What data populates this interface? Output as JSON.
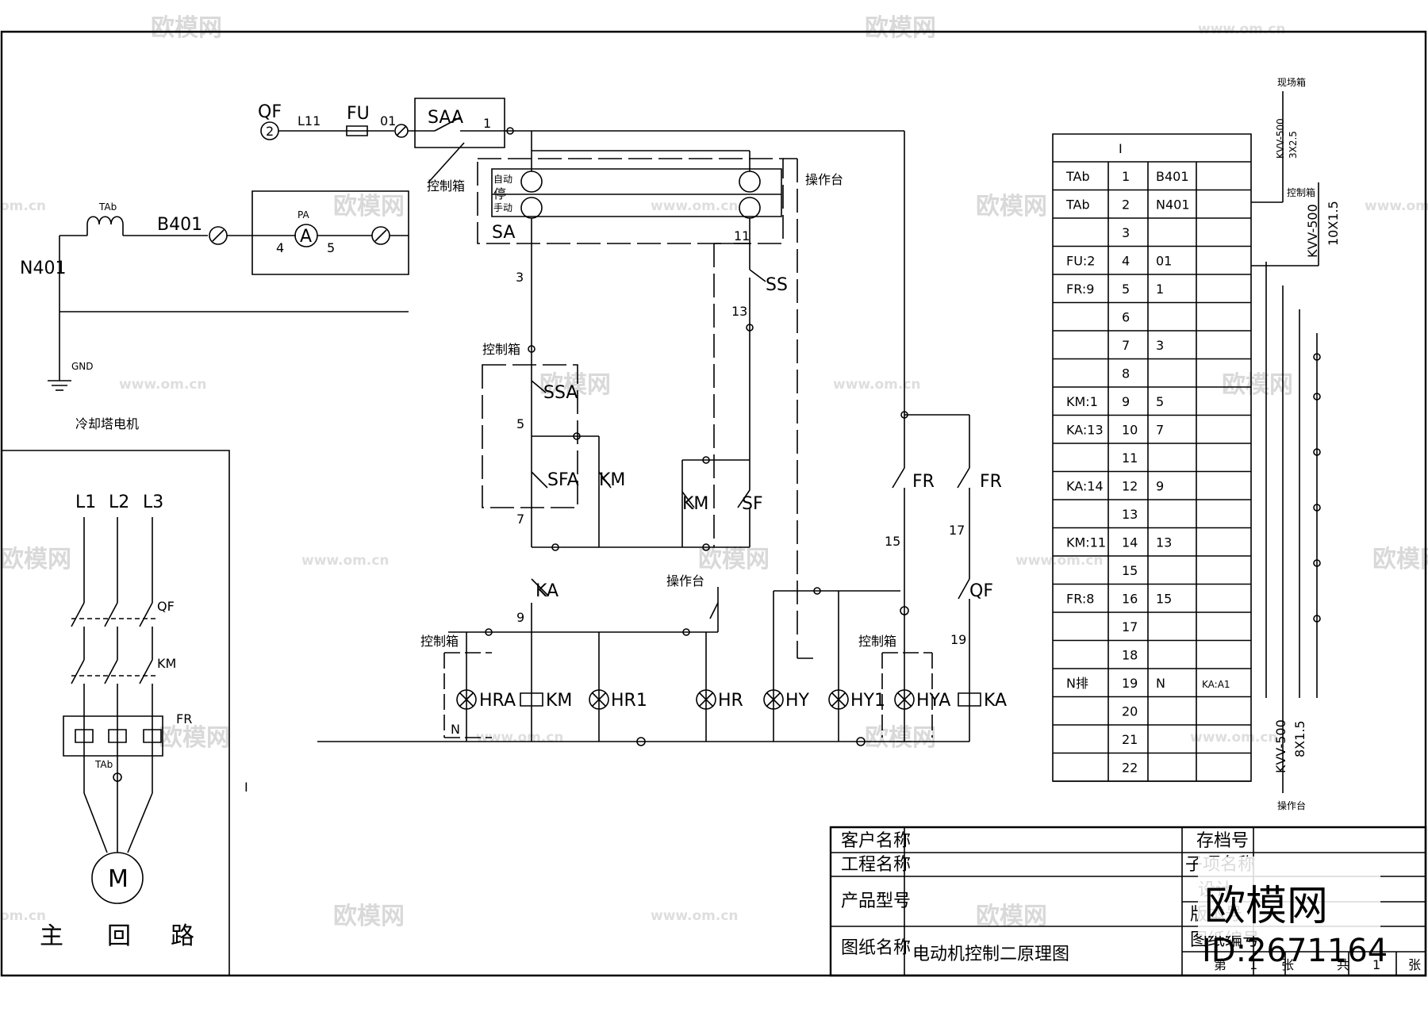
{
  "watermark": {
    "brand": "欧模网",
    "url": "www.om.cn",
    "url_short": "om.cn",
    "big_text": "欧模网",
    "id_text": "ID:2671164"
  },
  "top_left": {
    "qf": "QF",
    "qf_num": "2",
    "l11": "L11",
    "fu": "FU",
    "n01": "01",
    "saa": "SAA",
    "saa_1": "1",
    "kongzhixiang": "控制箱",
    "tab": "TAb",
    "b401": "B401",
    "pa": "PA",
    "pa_a": "A",
    "pa_4": "4",
    "pa_5": "5",
    "n401": "N401",
    "gnd": "GND"
  },
  "main_circuit": {
    "title": "冷却塔电机",
    "l1": "L1",
    "l2": "L2",
    "l3": "L3",
    "qf": "QF",
    "km": "KM",
    "fr": "FR",
    "tab": "TAb",
    "motor": "M",
    "footer": [
      "主",
      "回",
      "路"
    ]
  },
  "control_circuit": {
    "sa_auto": "自动",
    "sa_stop": "停",
    "sa_manual": "手动",
    "caozuotai": "操作台",
    "sa": "SA",
    "n11": "11",
    "ss": "SS",
    "n13": "13",
    "n3": "3",
    "kongzhixiang1": "控制箱",
    "ssa": "SSA",
    "n5": "5",
    "sfa": "SFA",
    "km1": "KM",
    "km2": "KM",
    "sf": "SF",
    "n7": "7",
    "ka": "KA",
    "n9": "9",
    "caozuotai2": "操作台",
    "kongzhixiang2": "控制箱",
    "kongzhixiang3": "控制箱",
    "fr1": "FR",
    "fr2": "FR",
    "n15": "15",
    "n17": "17",
    "qf2": "QF",
    "n19": "19",
    "hra": "HRA",
    "kmcoil": "KM",
    "hr1": "HR1",
    "hr": "HR",
    "hy": "HY",
    "hy1": "HY1",
    "hya": "HYA",
    "kacoil": "KA",
    "n": "N",
    "term": "I"
  },
  "terminal_table": {
    "header": "I",
    "rows": [
      {
        "label": "TAb",
        "num": "1",
        "dest": "B401"
      },
      {
        "label": "TAb",
        "num": "2",
        "dest": "N401"
      },
      {
        "label": "",
        "num": "3",
        "dest": ""
      },
      {
        "label": "FU:2",
        "num": "4",
        "dest": "01"
      },
      {
        "label": "FR:9",
        "num": "5",
        "dest": "1"
      },
      {
        "label": "",
        "num": "6",
        "dest": ""
      },
      {
        "label": "",
        "num": "7",
        "dest": "3"
      },
      {
        "label": "",
        "num": "8",
        "dest": ""
      },
      {
        "label": "KM:1",
        "num": "9",
        "dest": "5"
      },
      {
        "label": "KA:13",
        "num": "10",
        "dest": "7"
      },
      {
        "label": "",
        "num": "11",
        "dest": ""
      },
      {
        "label": "KA:14",
        "num": "12",
        "dest": "9"
      },
      {
        "label": "",
        "num": "13",
        "dest": ""
      },
      {
        "label": "KM:11",
        "num": "14",
        "dest": "13"
      },
      {
        "label": "",
        "num": "15",
        "dest": ""
      },
      {
        "label": "FR:8",
        "num": "16",
        "dest": "15"
      },
      {
        "label": "",
        "num": "17",
        "dest": ""
      },
      {
        "label": "",
        "num": "18",
        "dest": ""
      },
      {
        "label": "N排",
        "num": "19",
        "dest": "N",
        "extra": "KA:A1"
      },
      {
        "label": "",
        "num": "20",
        "dest": ""
      },
      {
        "label": "",
        "num": "21",
        "dest": ""
      },
      {
        "label": "",
        "num": "22",
        "dest": ""
      }
    ],
    "cable_top": "现场箱",
    "cable_top_spec1": "KVV-500",
    "cable_top_spec2": "3X2.5",
    "cable_mid": "控制箱",
    "cable_mid_spec1": "KVV-500",
    "cable_mid_spec2": "10X1.5",
    "cable_bot": "操作台",
    "cable_bot_spec1": "KVV-500",
    "cable_bot_spec2": "8X1.5"
  },
  "title_block": {
    "client_label": "客户名称",
    "project_label": "工程名称",
    "model_label": "产品型号",
    "drawing_label": "图纸名称",
    "drawing_name": "电动机控制二原理图",
    "archive_label": "存档号",
    "subitem_label": "子项名称",
    "design_label": "设计",
    "version_label": "版本号",
    "drawing_no_label": "图纸编号",
    "sheet_di": "第",
    "sheet_num": "1",
    "sheet_zhang": "张",
    "sheet_gong": "共",
    "sheet_total": "1",
    "sheet_zhang2": "张"
  }
}
